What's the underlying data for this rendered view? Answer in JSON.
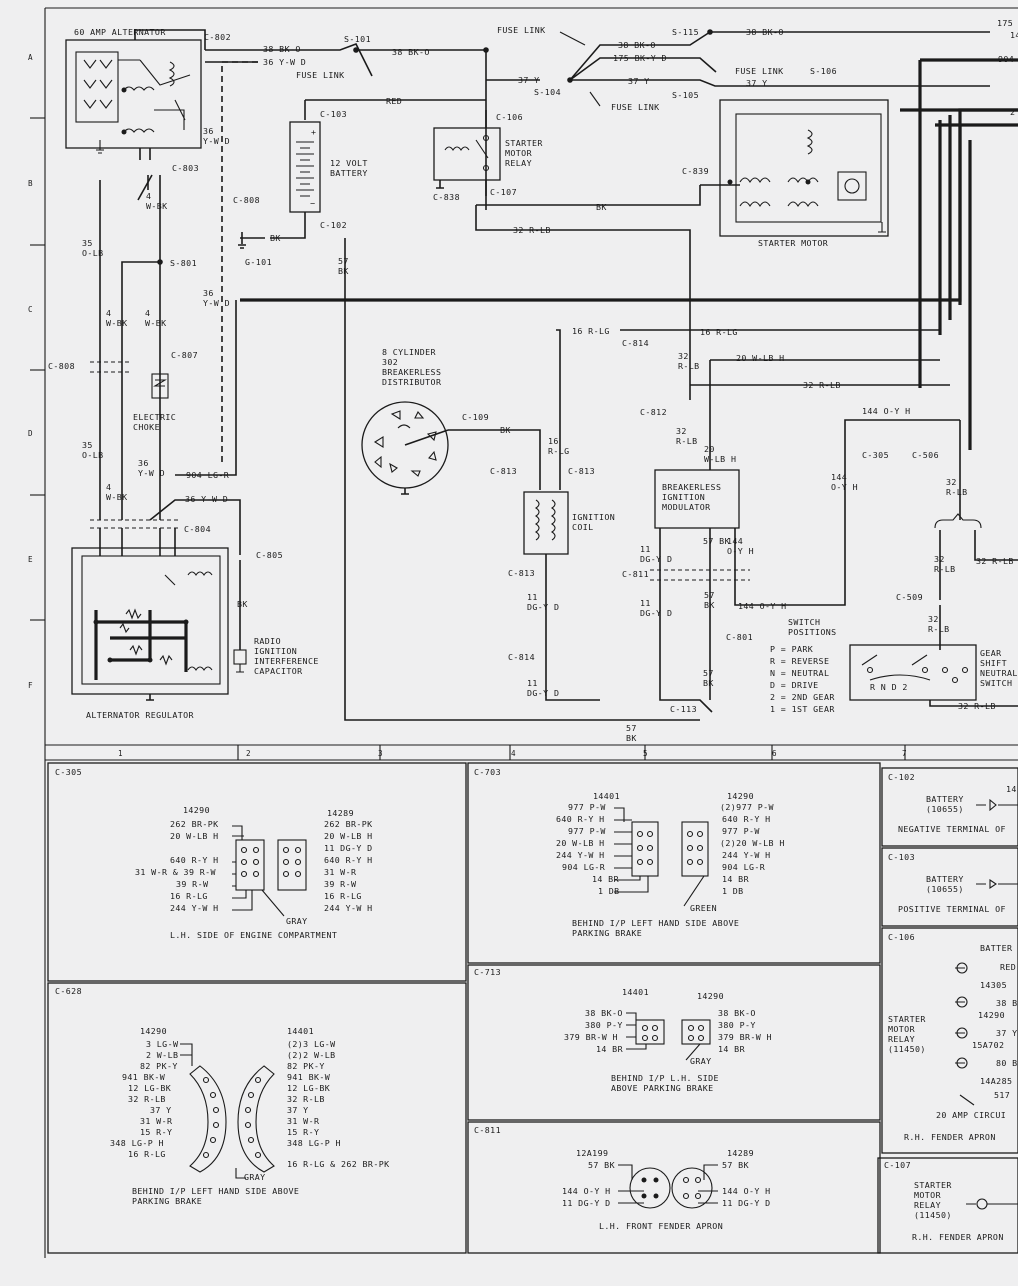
{
  "columns": [
    "1",
    "2",
    "3",
    "4",
    "5",
    "6",
    "7"
  ],
  "rows": [
    "A",
    "B",
    "C",
    "D",
    "E",
    "F"
  ],
  "components": {
    "alternator": "60 AMP ALTERNATOR",
    "battery": "12 VOLT\nBATTERY",
    "starter_relay": "STARTER\nMOTOR\nRELAY",
    "starter_motor": "STARTER MOTOR",
    "distributor": "8 CYLINDER\n302\nBREAKERLESS\nDISTRIBUTOR",
    "ignition_coil": "IGNITION\nCOIL",
    "modulator": "BREAKERLESS\nIGNITION\nMODULATOR",
    "choke": "ELECTRIC\nCHOKE",
    "regulator": "ALTERNATOR REGULATOR",
    "capacitor": "RADIO\nIGNITION\nINTERFERENCE\nCAPACITOR",
    "gear_switch": "GEAR\nSHIFT\nNEUTRAL\nSWITCH",
    "fuse_link": "FUSE LINK"
  },
  "switch_positions": {
    "title": "SWITCH\nPOSITIONS",
    "items": [
      "P = PARK",
      "R = REVERSE",
      "N = NEUTRAL",
      "D = DRIVE",
      "2 = 2ND GEAR",
      "1 = 1ST GEAR"
    ]
  },
  "connectors": {
    "c802": "C-802",
    "c803": "C-803",
    "c808": "C-808",
    "c808b": "C-808",
    "c807": "C-807",
    "c804": "C-804",
    "c805": "C-805",
    "c103": "C-103",
    "c102": "C-102",
    "c106": "C-106",
    "c107": "C-107",
    "c838": "C-838",
    "c839": "C-839",
    "c109": "C-109",
    "c813a": "C-813",
    "c813b": "C-813",
    "c813c": "C-813",
    "c814a": "C-814",
    "c814b": "C-814",
    "c812": "C-812",
    "c811": "C-811",
    "c801": "C-801",
    "c113": "C-113",
    "c305": "C-305",
    "c506": "C-506",
    "c509": "C-509",
    "s101": "S-101",
    "s801": "S-801",
    "s115": "S-115",
    "s104": "S-104",
    "s105": "S-105",
    "s106": "S-106",
    "g101": "G-101"
  },
  "wires": {
    "w38a": "38 BK-O",
    "w36a": "36 Y-W D",
    "w38b": "38 BK-O",
    "w37a": "37 Y",
    "w37b": "37 Y",
    "w37c": "37 Y",
    "w38c": "38 BK-O",
    "w175": "175 BK-Y D",
    "w38d": "38 BK-O",
    "red": "RED",
    "bk1": "BK",
    "bk2": "BK",
    "bk3": "BK",
    "w32rlb": "32 R-LB",
    "w36b": "36\nY-W D",
    "w36c": "36\nY-W D",
    "w36d": "36\nY-W D",
    "w36e": "36 Y-W D",
    "w4a": "4\nW-BK",
    "w4b": "4\nW-BK",
    "w4c": "4\nW-BK",
    "w35a": "35\nO-LB",
    "w35b": "35\nO-LB",
    "w904": "904 LG-R",
    "w57a": "57\nBK",
    "w57b": "57 BK",
    "w16a": "16 R-LG",
    "w16b": "16 R-LG",
    "w16c": "16\nR-LG",
    "w32b": "32\nR-LB",
    "w32c": "32\nR-LB",
    "w20a": "20 W-LB H",
    "w20b": "20\nW-LB H",
    "w32d": "32 R-LB",
    "w144a": "144 O-Y H",
    "w144b": "144\nO-Y H",
    "w144c": "144 O-Y H",
    "w57c": "57\nBK",
    "w57d": "57\nBK",
    "w57e": "57\nBK",
    "w144d": "144\nO-Y H",
    "w11a": "11\nDG-Y D",
    "w11b": "11\nDG-Y D",
    "w11c": "11\nDG-Y D",
    "w11d": "11\nDG-Y D",
    "w32e": "32\nR-LB",
    "w32f": "32 R-LB",
    "w32g": "32\nR-LB",
    "w32h": "32 R-LB",
    "w175r": "175",
    "w14r": "14",
    "w904r": "904",
    "w2r": "2"
  },
  "panels": {
    "c305": {
      "id": "C-305",
      "left_no": "14290",
      "right_no": "14289",
      "left": [
        "262 BR-PK",
        "20 W-LB H",
        "",
        "640 R-Y H",
        "31 W-R & 39 R-W",
        "39 R-W",
        "16 R-LG",
        "244 Y-W H"
      ],
      "right": [
        "262 BR-PK",
        "20 W-LB H",
        "11 DG-Y D",
        "640 R-Y H",
        "31 W-R",
        "39 R-W",
        "16 R-LG",
        "244 Y-W H"
      ],
      "note": "GRAY",
      "caption": "L.H. SIDE OF ENGINE COMPARTMENT"
    },
    "c703": {
      "id": "C-703",
      "left_no": "14401",
      "right_no": "14290",
      "left": [
        "977 P-W",
        "640 R-Y H",
        "977 P-W",
        "20 W-LB H",
        "244 Y-W H",
        "904 LG-R",
        "14 BR",
        "1 DB"
      ],
      "right": [
        "(2)977 P-W",
        "640 R-Y H",
        "977 P-W",
        "(2)20 W-LB H",
        "244 Y-W H",
        "904 LG-R",
        "14 BR",
        "1 DB"
      ],
      "note": "GREEN",
      "caption": "BEHIND I/P LEFT HAND SIDE ABOVE\nPARKING BRAKE"
    },
    "c628": {
      "id": "C-628",
      "left_no": "14290",
      "right_no": "14401",
      "left": [
        "3 LG-W",
        "2 W-LB",
        "82 PK-Y",
        "941 BK-W",
        "12 LG-BK",
        "32 R-LB",
        "37 Y",
        "31 W-R",
        "15 R-Y",
        "348 LG-P H",
        "16 R-LG"
      ],
      "right": [
        "(2)3 LG-W",
        "(2)2 W-LB",
        "82 PK-Y",
        "941 BK-W",
        "12 LG-BK",
        "32 R-LB",
        "37 Y",
        "31 W-R",
        "15 R-Y",
        "348 LG-P H",
        "16 R-LG & 262 BR-PK"
      ],
      "note": "GRAY",
      "caption": "BEHIND I/P LEFT HAND SIDE ABOVE\nPARKING BRAKE"
    },
    "c713": {
      "id": "C-713",
      "left_no": "14401",
      "right_no": "14290",
      "left": [
        "38 BK-O",
        "380 P-Y",
        "379 BR-W H",
        "14 BR"
      ],
      "right": [
        "38 BK-O",
        "380 P-Y",
        "379 BR-W H",
        "14 BR"
      ],
      "note": "GRAY",
      "caption": "BEHIND I/P L.H. SIDE\nABOVE PARKING BRAKE"
    },
    "c811": {
      "id": "C-811",
      "left_no": "12A199",
      "right_no": "14289",
      "left": [
        "57 BK",
        "144 O-Y H",
        "11 DG-Y D"
      ],
      "right": [
        "57 BK",
        "144 O-Y H",
        "11 DG-Y D"
      ],
      "caption": "L.H. FRONT FENDER APRON"
    },
    "c102": {
      "id": "C-102",
      "part": "BATTERY\n(10655)",
      "tag": "14",
      "caption": "NEGATIVE TERMINAL OF"
    },
    "c103": {
      "id": "C-103",
      "part": "BATTERY\n(10655)",
      "caption": "POSITIVE TERMINAL OF"
    },
    "c106": {
      "id": "C-106",
      "part": "STARTER\nMOTOR\nRELAY\n(11450)",
      "lines": [
        "BATTER",
        "RED",
        "14305",
        "38 B",
        "14290",
        "37 Y",
        "15A702",
        "80 B",
        "14A285",
        "517",
        "20 AMP CIRCUI"
      ],
      "caption": "R.H. FENDER APRON"
    },
    "c107": {
      "id": "C-107",
      "part": "STARTER\nMOTOR\nRELAY\n(11450)",
      "caption": "R.H. FENDER APRON"
    }
  }
}
